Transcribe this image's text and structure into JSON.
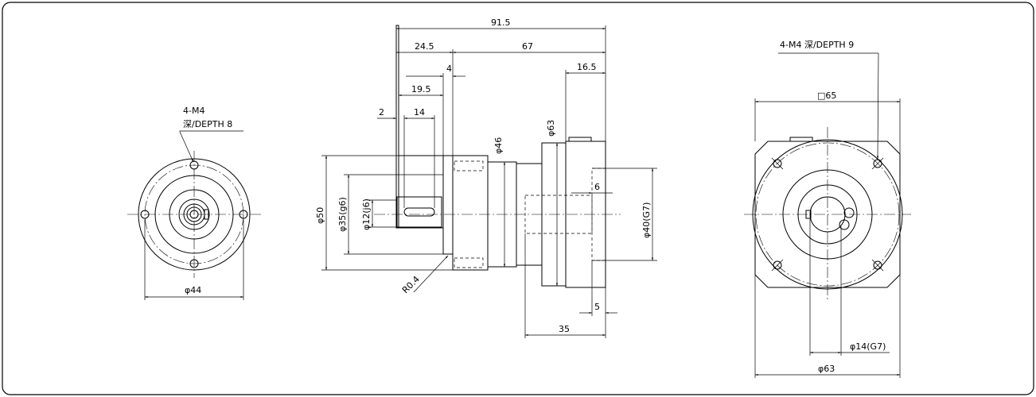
{
  "left_view": {
    "tap_label_1": "4-M4",
    "tap_label_2": "深/DEPTH  8",
    "dia_outer": "φ44"
  },
  "side_view": {
    "total_length": "91.5",
    "flange_length": "24.5",
    "body_length": "67",
    "step_4": "4",
    "dim_19_5": "19.5",
    "dim_2": "2",
    "key_length": "14",
    "dim_16_5": "16.5",
    "dia_63": "φ63",
    "dia_46": "φ46",
    "dia_50": "φ50",
    "dia_35": "φ35(g6)",
    "dia_12": "φ12(j6)",
    "radius": "R0.4",
    "dim_6": "6",
    "dia_40": "φ40(G7)",
    "dim_5": "5",
    "dim_35": "35"
  },
  "right_view": {
    "tap_label": "4-M4  深/DEPTH  9",
    "square": "□65",
    "bore": "φ14(G7)",
    "pcd": "φ63"
  }
}
